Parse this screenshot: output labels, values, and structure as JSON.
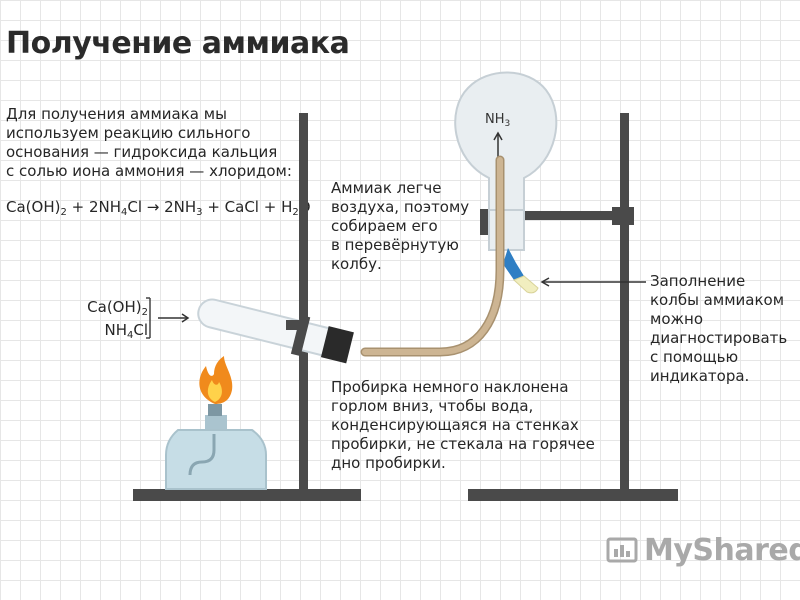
{
  "title": "Получение аммиака",
  "intro": {
    "lines": [
      "Для получения аммиака мы",
      "используем реакцию сильного",
      "основания — гидроксида кальция",
      "с солью иона аммония — хлоридом:"
    ]
  },
  "equation": {
    "p1": "Ca(OH)",
    "p1_sub": "2",
    "p2": " + 2NH",
    "p2_sub": "4",
    "p3": "Cl → 2NH",
    "p3_sub": "3",
    "p4": " + CaCl + H",
    "p4_sub": "2",
    "p5": "O"
  },
  "reagents": {
    "r1": "Ca(OH)",
    "r1_sub": "2",
    "r2": "NH",
    "r2_sub": "4",
    "r2_end": "Cl"
  },
  "flask_label": {
    "main": "NH",
    "sub": "3"
  },
  "note_ammonia": {
    "lines": [
      "Аммиак легче",
      "воздуха, поэтому",
      "собираем его",
      "в перевёрнутую",
      "колбу."
    ]
  },
  "note_indicator": {
    "lines": [
      "Заполнение",
      "колбы аммиаком",
      "можно",
      "диагностировать",
      "с помощью",
      "индикатора."
    ]
  },
  "note_tube": {
    "lines": [
      "Пробирка немного наклонена",
      "горлом вниз, чтобы вода,",
      "конденсирующаяся на стенках",
      "пробирки, не стекала на горячее",
      "дно пробирки."
    ]
  },
  "watermark": "MyShared",
  "colors": {
    "stand": "#4a4a4a",
    "glass": "#d4dde3",
    "tube_hose": "#c4a98a",
    "burner": "#c6dde6",
    "flame_outer": "#f08a1c",
    "flame_inner": "#ffd24a",
    "indicator_blue": "#2f7fc4",
    "indicator_yellow": "#f4f0c0"
  }
}
